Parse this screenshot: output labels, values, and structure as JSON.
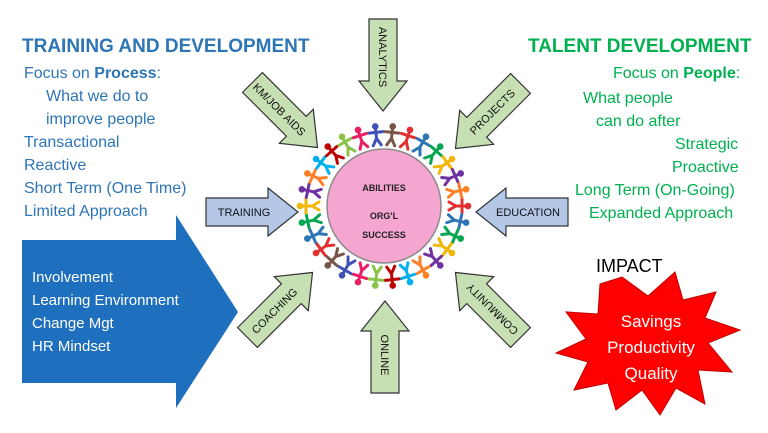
{
  "left": {
    "heading": "TRAINING AND DEVELOPMENT",
    "focus_prefix": "Focus on ",
    "focus_word": "Process",
    "focus_suffix": ":",
    "lines": [
      "What we do to",
      "improve people",
      "Transactional",
      "Reactive",
      "Short Term (One Time)",
      "Limited Approach"
    ],
    "big_arrow_items": [
      "Involvement",
      "Learning Environment",
      "Change Mgt",
      "HR Mindset"
    ]
  },
  "right": {
    "heading": "TALENT DEVELOPMENT",
    "focus_prefix": "Focus on ",
    "focus_word": "People",
    "focus_suffix": ":",
    "lines": [
      "What people",
      "can do after",
      "Strategic",
      "Proactive",
      "Long Term (On-Going)",
      "Expanded Approach"
    ]
  },
  "center": {
    "line1": "ABILITIES",
    "line2": "ORG'L",
    "line3": "SUCCESS"
  },
  "arrows": {
    "analytics": "ANALYTICS",
    "projects": "PROJECTS",
    "education": "EDUCATION",
    "community": "COMMUNITY",
    "online": "ONLINE",
    "coaching": "COACHING",
    "training": "TRAINING",
    "km_job_aids": "KM/JOB AIDS"
  },
  "impact": {
    "title": "IMPACT",
    "items": [
      "Savings",
      "Productivity",
      "Quality"
    ]
  },
  "colors": {
    "blue_text": "#2e75b6",
    "green_text": "#00b050",
    "big_arrow": "#1f6fbf",
    "arrow_fill": "#c6e0b4",
    "training_arrow": "#b4c7e7",
    "education_arrow": "#b4c7e7",
    "circle_fill": "#f4a6d0",
    "star_fill": "#ff0000"
  }
}
